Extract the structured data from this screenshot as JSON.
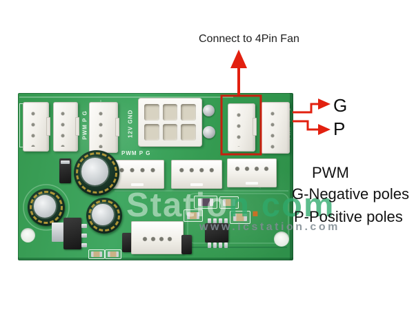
{
  "annotations": {
    "connect_fan": "Connect to 4Pin Fan",
    "g_label": "G",
    "p_label": "P",
    "legend": [
      "PWM",
      "G-Negative poles",
      "P-Positive poles"
    ]
  },
  "board": {
    "silkscreen": {
      "pwm_pg_vertical": "PWM  P G",
      "v12_gnd_vertical": "12V  GND",
      "pwm_pg_horizontal": "PWM  P G",
      "edge_g": "G",
      "edge_p": "P",
      "edge_pwm": "PWM"
    }
  },
  "watermark": {
    "big_full": "Station.com",
    "big_prefix": "Statio",
    "big_n": "n",
    "big_dot": ".",
    "big_suffix": "com",
    "small": "www.icstation.com"
  },
  "colors": {
    "annotation_red": "#e2200f",
    "highlight_box_red": "#c6200f",
    "board_green": "#3ba55f",
    "watermark_green": "#2fa96b",
    "watermark_orange": "#e8671c"
  }
}
